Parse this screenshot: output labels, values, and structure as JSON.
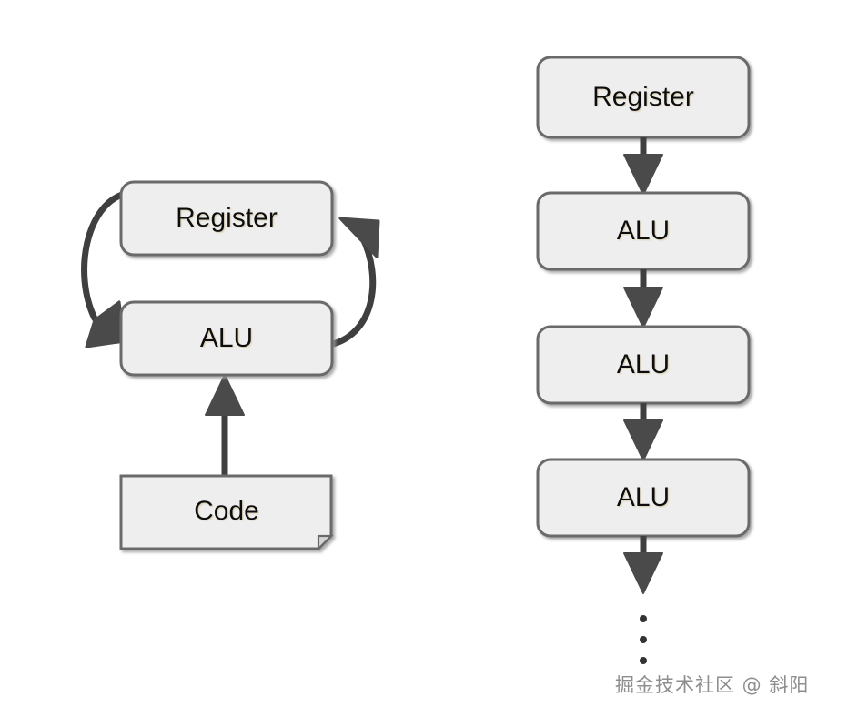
{
  "diagram": {
    "type": "flow-diagram",
    "background_color": "#ffffff",
    "node_fill": "#eeeeee",
    "node_stroke": "#6b6b6b",
    "arrow_color": "#3f3f3f",
    "text_color": "#111111",
    "left_group": {
      "name": "register-alu-loop",
      "nodes": [
        {
          "id": "left-register",
          "label": "Register",
          "shape": "rounded-rect"
        },
        {
          "id": "left-alu",
          "label": "ALU",
          "shape": "rounded-rect"
        },
        {
          "id": "left-code",
          "label": "Code",
          "shape": "note"
        }
      ],
      "edges": [
        {
          "id": "edge-register-to-alu",
          "from": "Register",
          "to": "ALU",
          "style": "curved-left"
        },
        {
          "id": "edge-alu-to-register",
          "from": "ALU",
          "to": "Register",
          "style": "curved-right"
        },
        {
          "id": "edge-code-to-alu",
          "from": "Code",
          "to": "ALU",
          "style": "straight-up"
        }
      ]
    },
    "right_group": {
      "name": "pipeline-chain",
      "nodes": [
        {
          "id": "right-register",
          "label": "Register",
          "shape": "rounded-rect"
        },
        {
          "id": "right-alu-1",
          "label": "ALU",
          "shape": "rounded-rect"
        },
        {
          "id": "right-alu-2",
          "label": "ALU",
          "shape": "rounded-rect"
        },
        {
          "id": "right-alu-3",
          "label": "ALU",
          "shape": "rounded-rect"
        }
      ],
      "edges": [
        {
          "id": "edge-r1",
          "from": "Register",
          "to": "ALU",
          "style": "straight-down"
        },
        {
          "id": "edge-r2",
          "from": "ALU",
          "to": "ALU",
          "style": "straight-down"
        },
        {
          "id": "edge-r3",
          "from": "ALU",
          "to": "ALU",
          "style": "straight-down"
        },
        {
          "id": "edge-r4",
          "from": "ALU",
          "to": "continuation",
          "style": "straight-down"
        }
      ],
      "continuation": {
        "id": "vertical-ellipsis",
        "symbol": "⋮",
        "dot_count": 3
      }
    }
  },
  "watermark": {
    "text": "掘金技术社区 @ 斜阳",
    "color": "#8e8e8e"
  }
}
